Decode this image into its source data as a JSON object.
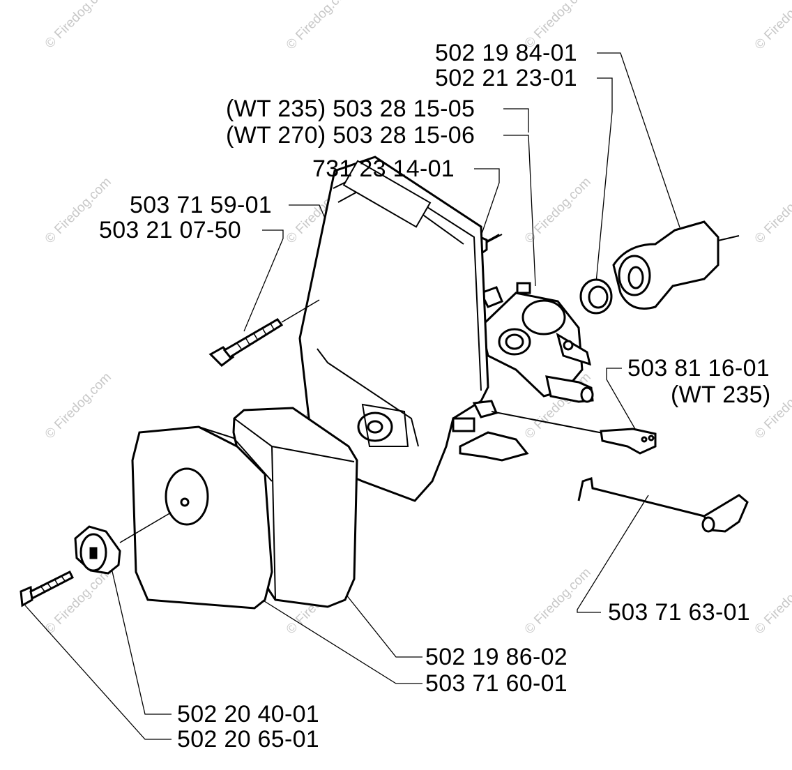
{
  "watermark": "© Firedog.com",
  "labels": {
    "p_502_19_84_01": "502 19 84-01",
    "p_502_21_23_01": "502 21 23-01",
    "p_wt235_503_28_15_05": "(WT 235) 503 28 15-05",
    "p_wt270_503_28_15_06": "(WT 270) 503 28 15-06",
    "p_731_23_14_01": "731 23 14-01",
    "p_503_71_59_01": "503 71 59-01",
    "p_503_21_07_50": "503 21 07-50",
    "p_503_81_16_01": "503 81 16-01",
    "p_wt235_note": "(WT 235)",
    "p_503_71_63_01": "503 71 63-01",
    "p_502_19_86_02": "502 19 86-02",
    "p_503_71_60_01": "503 71 60-01",
    "p_502_20_40_01": "502 20 40-01",
    "p_502_20_65_01": "502 20 65-01"
  }
}
